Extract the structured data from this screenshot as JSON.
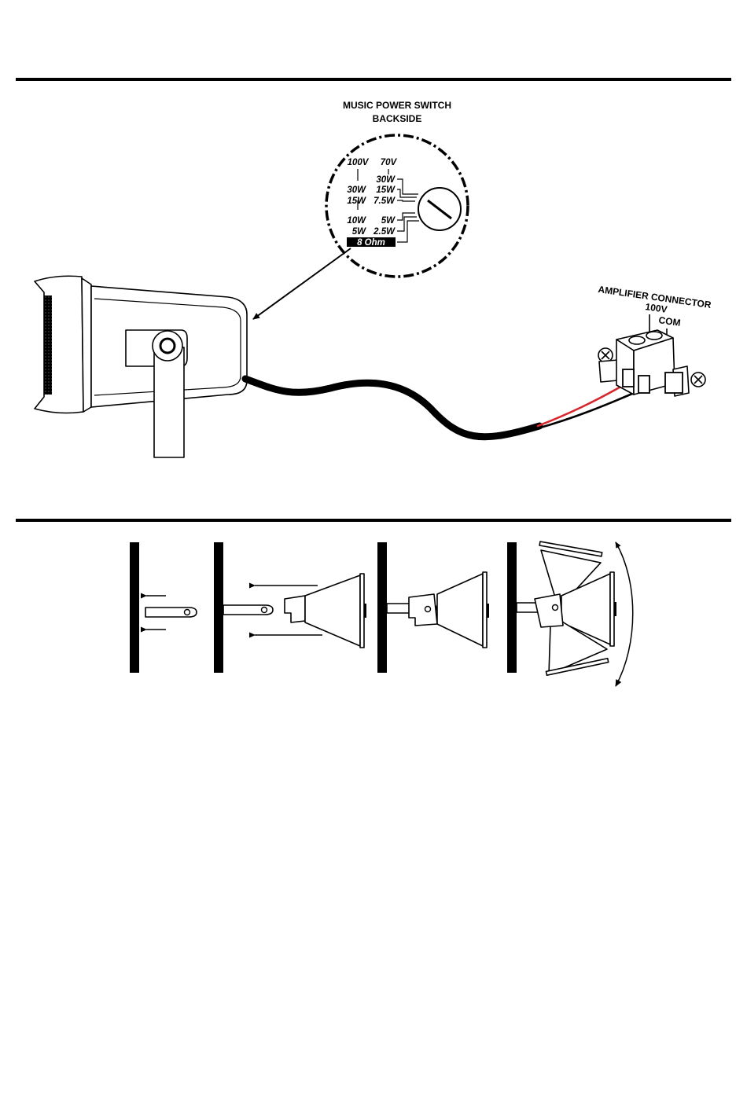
{
  "switch_panel": {
    "title_line1": "MUSIC POWER SWITCH",
    "title_line2": "BACKSIDE",
    "col_100v": "100V",
    "col_70v": "70V",
    "rows": [
      {
        "left": "",
        "right": "30W"
      },
      {
        "left": "30W",
        "right": "15W"
      },
      {
        "left": "15W",
        "right": "7.5W"
      },
      {
        "left": "10W",
        "right": "5W"
      },
      {
        "left": "5W",
        "right": "2.5W"
      }
    ],
    "ohm_label": "8 Ohm"
  },
  "amplifier": {
    "title": "AMPLIFIER CONNECTOR",
    "terminal_1": "100V",
    "terminal_2": "COM"
  },
  "colors": {
    "line": "#000000",
    "wire_red": "#d8262c",
    "background": "#ffffff"
  },
  "mounting_steps": [
    "step-1",
    "step-2",
    "step-3",
    "step-4"
  ]
}
